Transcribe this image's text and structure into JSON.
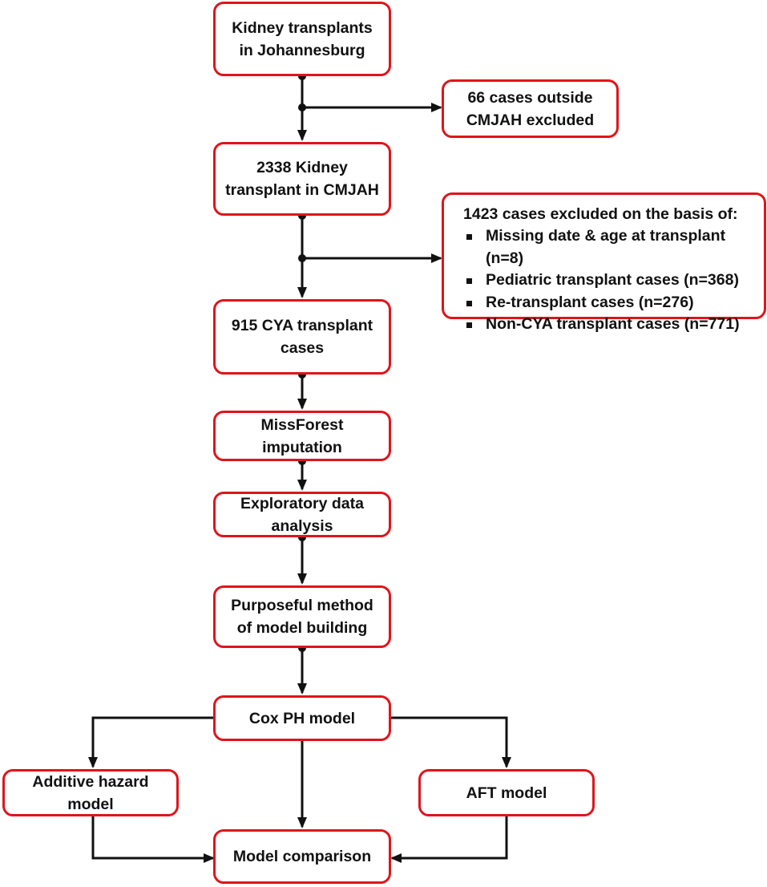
{
  "nodes": {
    "kidney_transplants": {
      "lines": [
        "Kidney transplants",
        "in Johannesburg"
      ]
    },
    "excluded_outside": {
      "lines": [
        "66 cases outside",
        "CMJAH excluded"
      ]
    },
    "cmjah_transplants": {
      "lines": [
        "2338 Kidney",
        "transplant in CMJAH"
      ]
    },
    "exclusion_criteria": {
      "heading": "1423 cases excluded on the basis of:",
      "items": [
        "Missing date & age at transplant (n=8)",
        "Pediatric transplant cases (n=368)",
        "Re-transplant cases (n=276)",
        "Non-CYA transplant cases (n=771)"
      ]
    },
    "cya_cases": {
      "lines": [
        "915 CYA transplant",
        "cases"
      ]
    },
    "missforest": {
      "lines": [
        "MissForest",
        "imputation"
      ]
    },
    "eda": {
      "lines": [
        "Exploratory data",
        "analysis"
      ]
    },
    "purposeful": {
      "lines": [
        "Purposeful method",
        "of model building"
      ]
    },
    "cox_ph": {
      "lines": [
        "Cox PH model"
      ]
    },
    "additive_hazard": {
      "lines": [
        "Additive hazard",
        "model"
      ]
    },
    "aft": {
      "lines": [
        "AFT model"
      ]
    },
    "comparison": {
      "lines": [
        "Model comparison"
      ]
    }
  },
  "colors": {
    "box_border": "#e0141b",
    "connector": "#111111"
  }
}
